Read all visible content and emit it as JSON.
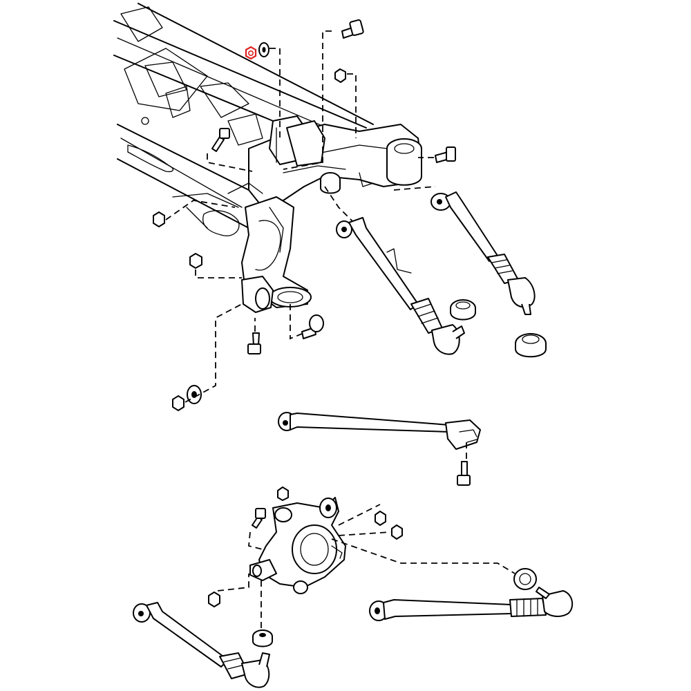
{
  "diagram": {
    "highlight_color": "#e02020",
    "line_color": "#000000",
    "background": "#ffffff",
    "highlighted_part": "nut",
    "components": [
      "rear-suspension-crossmember",
      "upper-arm",
      "toe-control-arm",
      "lower-link-arm",
      "rear-axle-carrier",
      "lower-arm",
      "trailing-arm",
      "bushing",
      "bolt",
      "nut",
      "washer"
    ]
  }
}
